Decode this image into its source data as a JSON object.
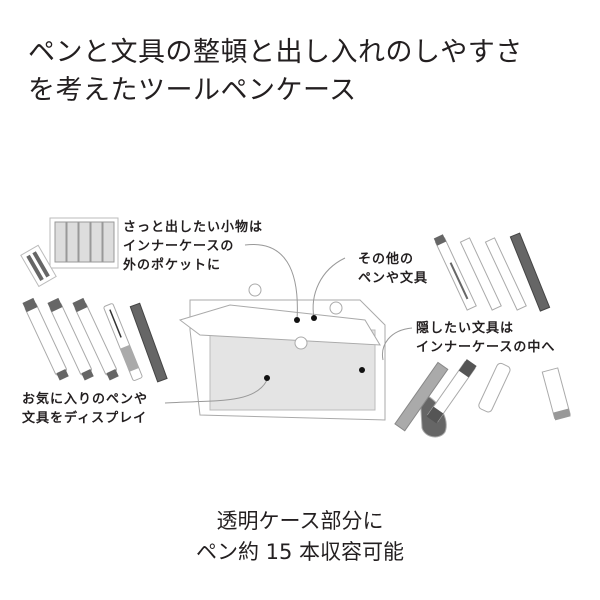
{
  "headline": {
    "line1": "ペンと文具の整頓と出し入れのしやすさ",
    "line2": "を考えたツールペンケース"
  },
  "callouts": {
    "outer_pocket": {
      "line1": "さっと出したい小物は",
      "line2": "インナーケースの",
      "line3": "外のポケットに"
    },
    "other_items": {
      "line1": "その他の",
      "line2": "ペンや文具"
    },
    "hidden_items": {
      "line1": "隠したい文具は",
      "line2": "インナーケースの中へ"
    },
    "display": {
      "line1": "お気に入りのペンや",
      "line2": "文具をディスプレイ"
    }
  },
  "footer": {
    "line1": "透明ケース部分に",
    "line2": "ペン約 15 本収容可能"
  },
  "colors": {
    "text": "#231f20",
    "line": "#999999",
    "fill_light": "#dcdcdc",
    "fill_dark": "#666666"
  }
}
